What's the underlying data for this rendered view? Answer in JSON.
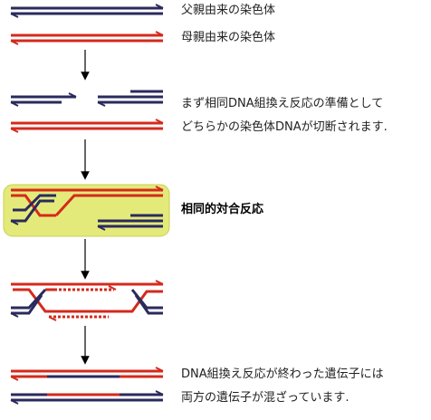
{
  "labels": {
    "paternal": "父親由来の染色体",
    "maternal": "母親由来の染色体",
    "step_break_line1": "まず相同DNA組換え反応の準備として",
    "step_break_line2": "どちらかの染色体DNAが切断されます.",
    "homologous_pairing": "相同的対合反応",
    "result_line1": "DNA組換え反応が終わった遺伝子には",
    "result_line2": "両方の遺伝子が混ざっています."
  },
  "colors": {
    "paternal_strand": "#2a2a5e",
    "maternal_strand": "#d42a1c",
    "highlight": "#e4ea7a",
    "highlight_border": "#c8cf52",
    "arrow": "#000000"
  }
}
